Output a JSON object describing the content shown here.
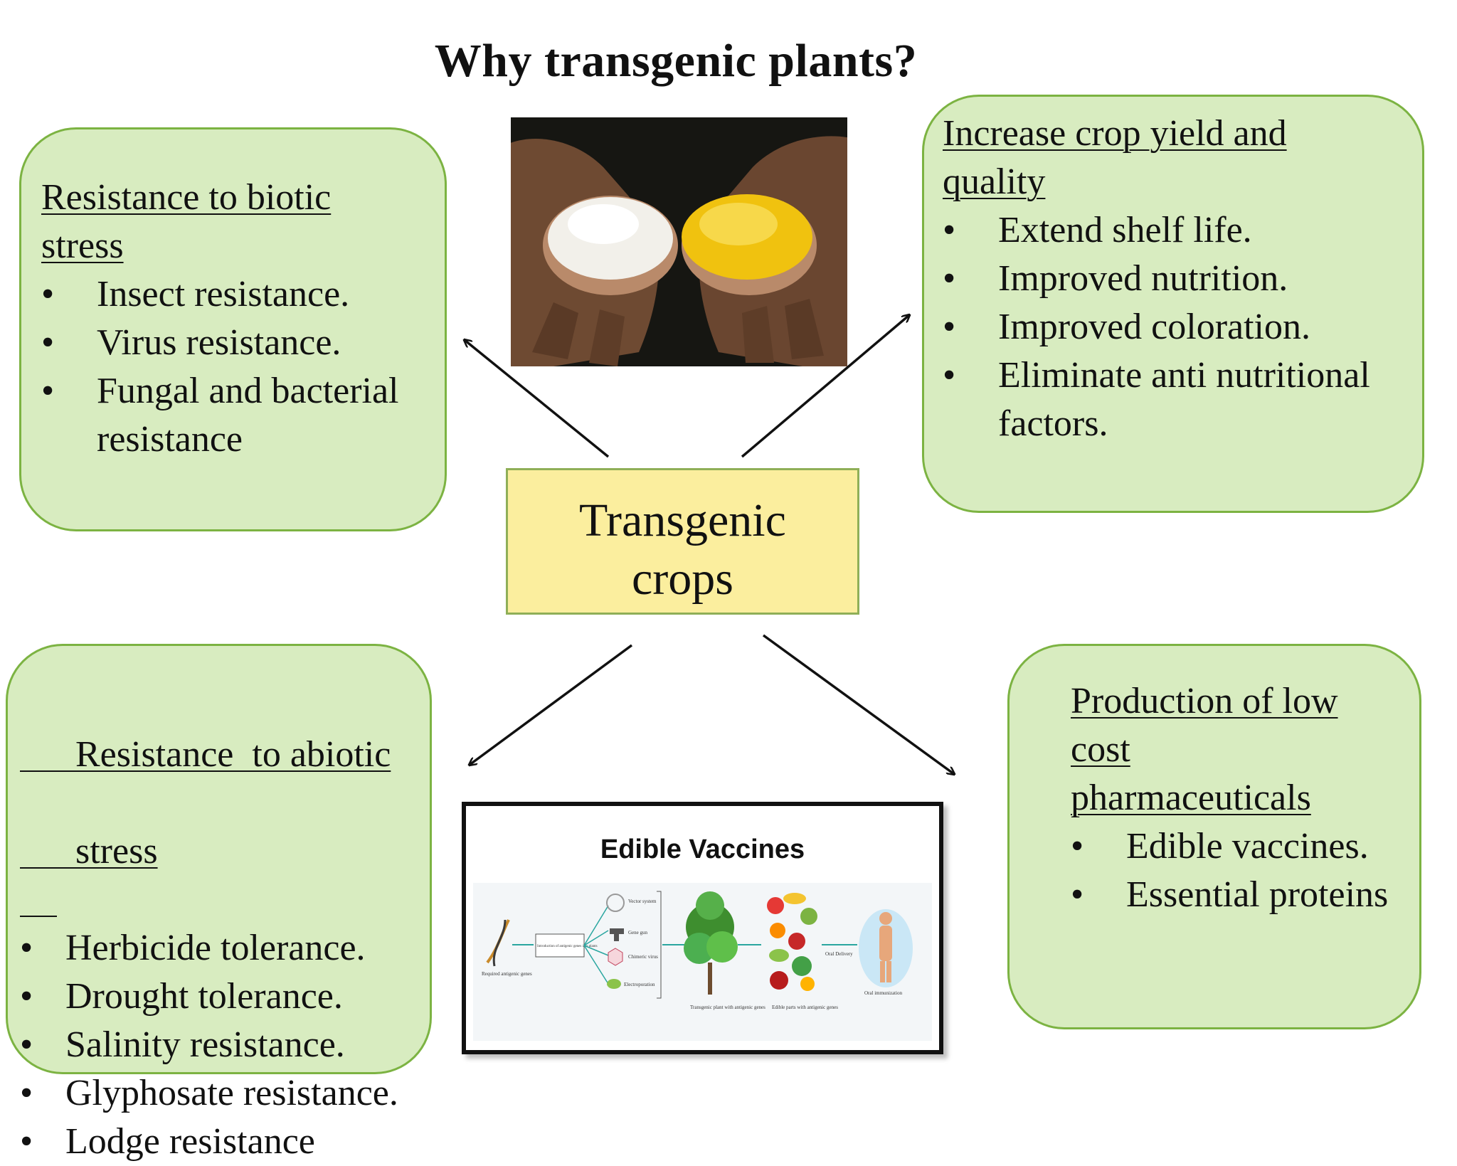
{
  "title": "Why transgenic plants?",
  "center": {
    "line1": "Transgenic",
    "line2": "crops"
  },
  "boxes": {
    "top_left": {
      "heading_line1": "Resistance to biotic",
      "heading_line2": "stress",
      "items": [
        "Insect resistance.",
        "Virus resistance.",
        "Fungal and bacterial resistance"
      ]
    },
    "top_right": {
      "heading_line1": "Increase crop yield and",
      "heading_line2": "quality",
      "items": [
        "Extend shelf life.",
        "Improved nutrition.",
        "Improved coloration.",
        "Eliminate anti nutritional factors."
      ]
    },
    "bottom_left": {
      "heading_line1": "Resistance  to abiotic",
      "heading_line2": "stress",
      "items": [
        "Herbicide tolerance.",
        "Drought tolerance.",
        "Salinity resistance.",
        "Glyphosate resistance.",
        "Lodge resistance"
      ]
    },
    "bottom_right": {
      "heading_line1": "Production of low",
      "heading_line2": "cost",
      "heading_line3": "pharmaceuticals",
      "items": [
        "Edible vaccines.",
        "Essential proteins"
      ]
    }
  },
  "bullet": "•",
  "vaccine_figure": {
    "title": "Edible Vaccines",
    "labels": {
      "genes": "Required antigenic genes",
      "intro": "Introduction of antigenic genes into plants",
      "vector": "Vector system",
      "gene_gun": "Gene gun",
      "chimeric": "Chimeric virus",
      "electro": "Electroporation",
      "plant": "Transgenic plant with antigenic genes",
      "edible": "Edible parts with antigenic genes",
      "oral_delivery": "Oral Delivery",
      "immunization": "Oral immunization"
    }
  },
  "colors": {
    "box_fill": "#d8ecc0",
    "box_border": "#7cb342",
    "center_fill": "#fbee9e",
    "white_rice": "#f2f0ea",
    "golden_rice": "#f0c20f"
  }
}
